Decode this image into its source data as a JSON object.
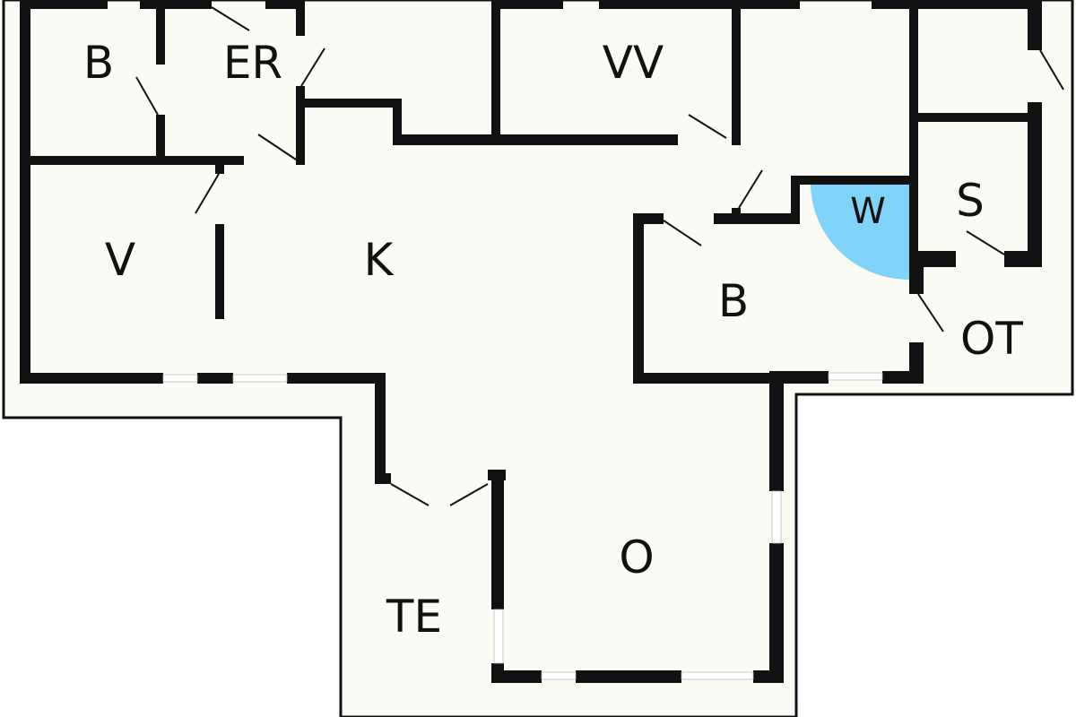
{
  "colors": {
    "background": "#ffffff",
    "floor": "#fbfbf6",
    "wall": "#111111",
    "highlight": "#7fd3f8"
  },
  "rooms": {
    "bedroom_top_left": "B",
    "er": "ER",
    "vv": "VV",
    "v": "V",
    "k": "K",
    "w": "W",
    "s": "S",
    "bath": "B",
    "ot": "OT",
    "o": "O",
    "te": "TE"
  }
}
